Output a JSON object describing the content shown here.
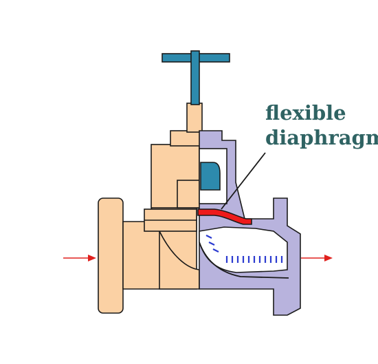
{
  "labels": {
    "flexible": "flexible",
    "diaphragm": "diaphragm"
  },
  "colors": {
    "body": "#fbd1a4",
    "outline": "#1a1a1a",
    "bonnet": "#b8b3dd",
    "handwheel": "#2d8aad",
    "diaphragm": "#ee1b1b",
    "flow_arrow": "#e0201d",
    "flow_lines": "#2b3bd0",
    "interior": "#ffffff",
    "label_text": "#2f6363"
  },
  "flow": {
    "inlet_direction": "right",
    "outlet_direction": "right"
  }
}
